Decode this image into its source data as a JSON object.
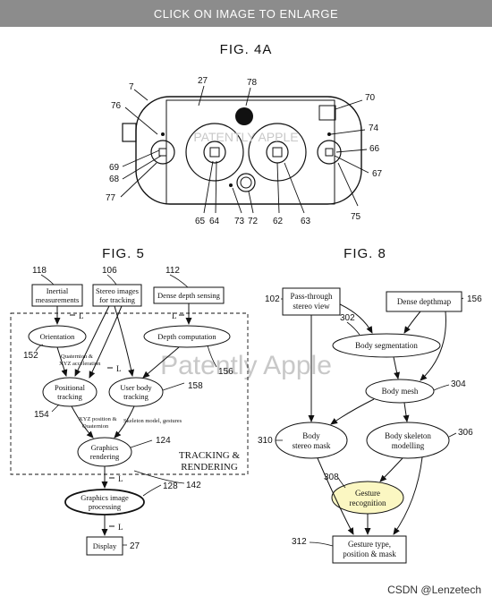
{
  "banner": "CLICK ON IMAGE TO ENLARGE",
  "fig4a": {
    "title": "FIG. 4A",
    "watermark": "PATENTLY APPLE",
    "refs": [
      "7",
      "27",
      "78",
      "70",
      "76",
      "74",
      "66",
      "69",
      "68",
      "67",
      "77",
      "75",
      "65",
      "64",
      "73",
      "72",
      "62",
      "63"
    ]
  },
  "fig5": {
    "title": "FIG. 5",
    "nodes": {
      "inertial": [
        "Inertial",
        "measurements"
      ],
      "stereo": [
        "Stereo images",
        "for tracking"
      ],
      "dense": "Dense depth sensing",
      "orientation": "Orientation",
      "depth": "Depth computation",
      "positional": [
        "Positional",
        "tracking"
      ],
      "userbody": [
        "User body",
        "tracking"
      ],
      "graphics": [
        "Graphics",
        "rendering"
      ],
      "imageproc": [
        "Graphics image",
        "processing"
      ],
      "display": "Display"
    },
    "edge_labels": {
      "quat_accel": [
        "Quaternion &",
        "XYZ acceleration"
      ],
      "xyz_quat": [
        "XYZ position &",
        "Quaternion"
      ],
      "skeleton": "Skeleton model, gestures",
      "l": "L"
    },
    "section_label": [
      "TRACKING &",
      "RENDERING"
    ],
    "watermark": "Patently Apple",
    "refs": {
      "r118": "118",
      "r106": "106",
      "r112": "112",
      "r152": "152",
      "r156": "156",
      "r158": "158",
      "r154": "154",
      "r124": "124",
      "r142": "142",
      "r128": "128",
      "r27": "27"
    }
  },
  "fig8": {
    "title": "FIG. 8",
    "nodes": {
      "passthrough": [
        "Pass-through",
        "stereo view"
      ],
      "densemap": "Dense depthmap",
      "segmentation": "Body segmentation",
      "mesh": "Body mesh",
      "stereomask": [
        "Body",
        "stereo mask"
      ],
      "skeleton": [
        "Body skeleton",
        "modelling"
      ],
      "gesture": [
        "Gesture",
        "recognition"
      ],
      "output": [
        "Gesture type,",
        "position & mask"
      ]
    },
    "gesture_fill": "#fbf7c2",
    "refs": {
      "r102": "102",
      "r156": "156",
      "r302": "302",
      "r304": "304",
      "r310": "310",
      "r306": "306",
      "r308": "308",
      "r312": "312"
    }
  },
  "footer": "CSDN @Lenzetech"
}
